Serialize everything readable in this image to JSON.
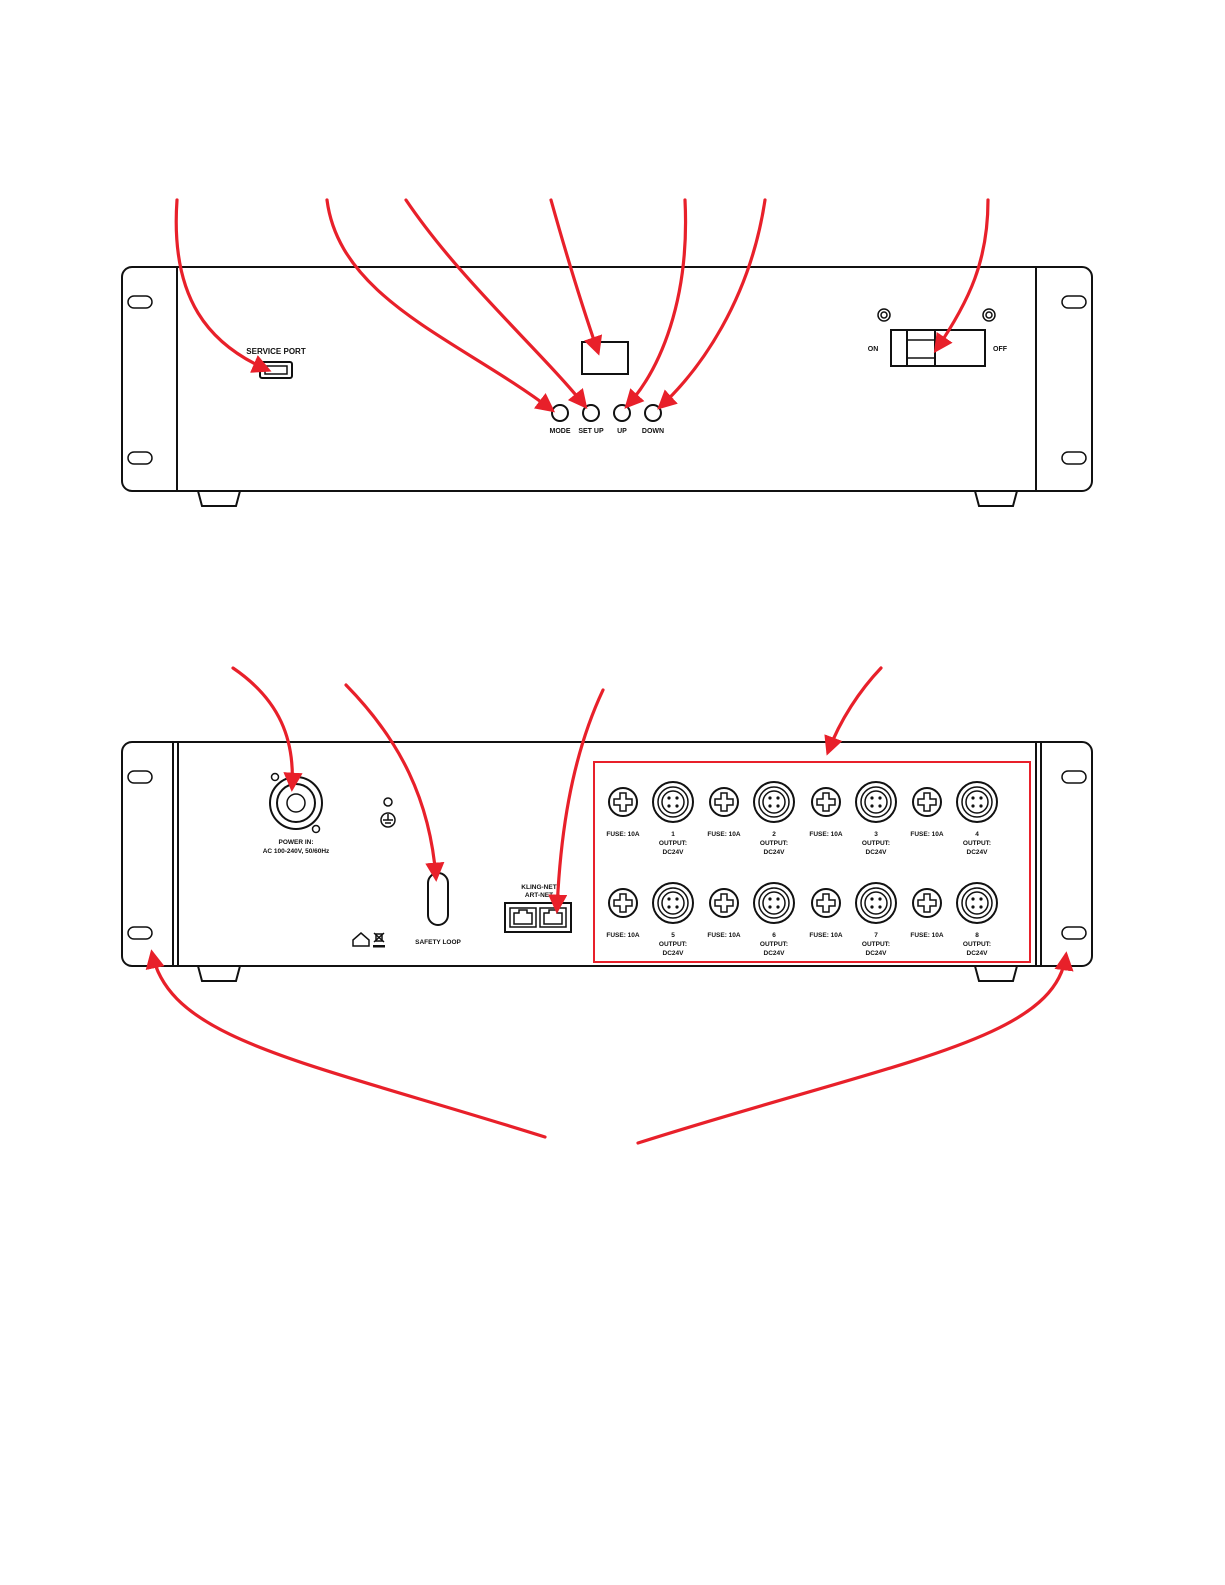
{
  "front_panel": {
    "service_port_label": "SERVICE PORT",
    "buttons": [
      "MODE",
      "SET UP",
      "UP",
      "DOWN"
    ],
    "switch_on_label": "ON",
    "switch_off_label": "OFF"
  },
  "rear_panel": {
    "power_label_1": "POWER IN:",
    "power_label_2": "AC 100-240V, 50/60Hz",
    "safety_loop_label": "SAFETY LOOP",
    "network_label_1": "KLING-NET",
    "network_label_2": "ART-NET",
    "fuse_label": "FUSE: 10A",
    "output_label_1": "OUTPUT:",
    "output_label_2": "DC24V",
    "outputs": [
      "1",
      "2",
      "3",
      "4",
      "5",
      "6",
      "7",
      "8"
    ]
  },
  "colors": {
    "arrow": "#e8202a",
    "highlight_box": "#e8202a",
    "line": "#111111"
  }
}
